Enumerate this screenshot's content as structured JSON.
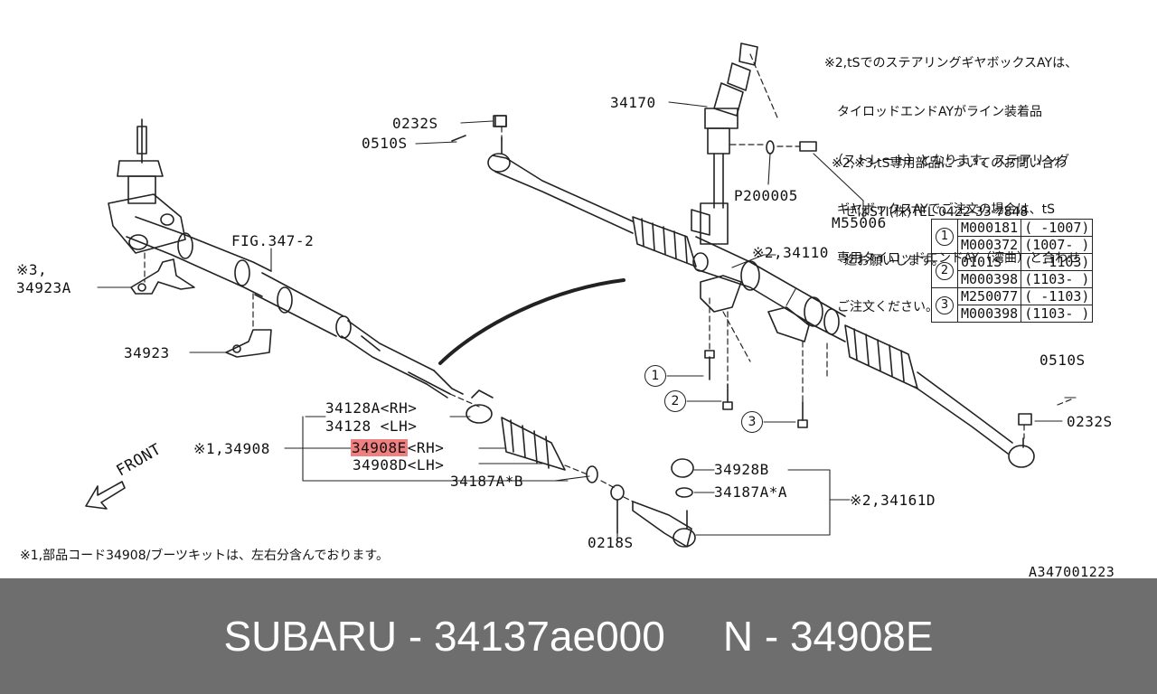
{
  "notes": {
    "top_right": [
      "※2,tSでのステアリングギヤボックスAYは、",
      "　タイロッドエンドAYがライン装着品",
      "　（ストレート）となります。ステアリング",
      "　ギヤボックスAYでご注文の場合は、tS",
      "　専用タイロッドエンドAY（湾曲）と合わせ",
      "　ご注文ください。"
    ],
    "contact": [
      "※2,※3,tS専用部品についてのお問い合わ",
      "　せはSTI(株)TEL 0422-33-7848",
      "　迄お願いします。"
    ],
    "bottom": "※1,部品コード34908/ブーツキットは、左右分含んでおります。",
    "ref_code": "A347001223"
  },
  "labels": {
    "l0232S_top": "0232S",
    "l0510S_top": "0510S",
    "l34170": "34170",
    "lP200005": "P200005",
    "lM55006": "M55006",
    "l34110": "※2,34110",
    "lFIG": "FIG.347-2",
    "l34923A_a": "※3,",
    "l34923A_b": "34923A",
    "l34923": "34923",
    "l34128A": "34128A<RH>",
    "l34128": "34128 <LH>",
    "l34908": "※1,34908",
    "l34908E": "34908E",
    "l34908E_rh": "<RH>",
    "l34908D": "34908D<LH>",
    "l34187AB": "34187A*B",
    "l34928B": "34928B",
    "l34187AA": "34187A*A",
    "l34161D": "※2,34161D",
    "l0218S": "0218S",
    "l0510S_right": "0510S",
    "l0232S_right": "0232S",
    "front": "FRONT",
    "c1": "1",
    "c2": "2",
    "c3": "3"
  },
  "legend": [
    {
      "num": "1",
      "rows": [
        [
          "M000181",
          "( -1007)"
        ],
        [
          "M000372",
          "(1007- )"
        ]
      ]
    },
    {
      "num": "2",
      "rows": [
        [
          "0101S",
          "( -1103)"
        ],
        [
          "M000398",
          "(1103- )"
        ]
      ]
    },
    {
      "num": "3",
      "rows": [
        [
          "M250077",
          "( -1103)"
        ],
        [
          "M000398",
          "(1103- )"
        ]
      ]
    }
  ],
  "footer": {
    "brand_part": "SUBARU - 34137ae000",
    "ref": "N - 34908E"
  },
  "colors": {
    "highlight": "#f08080",
    "footer_bg": "#6e6e6e",
    "ink": "#222222"
  }
}
